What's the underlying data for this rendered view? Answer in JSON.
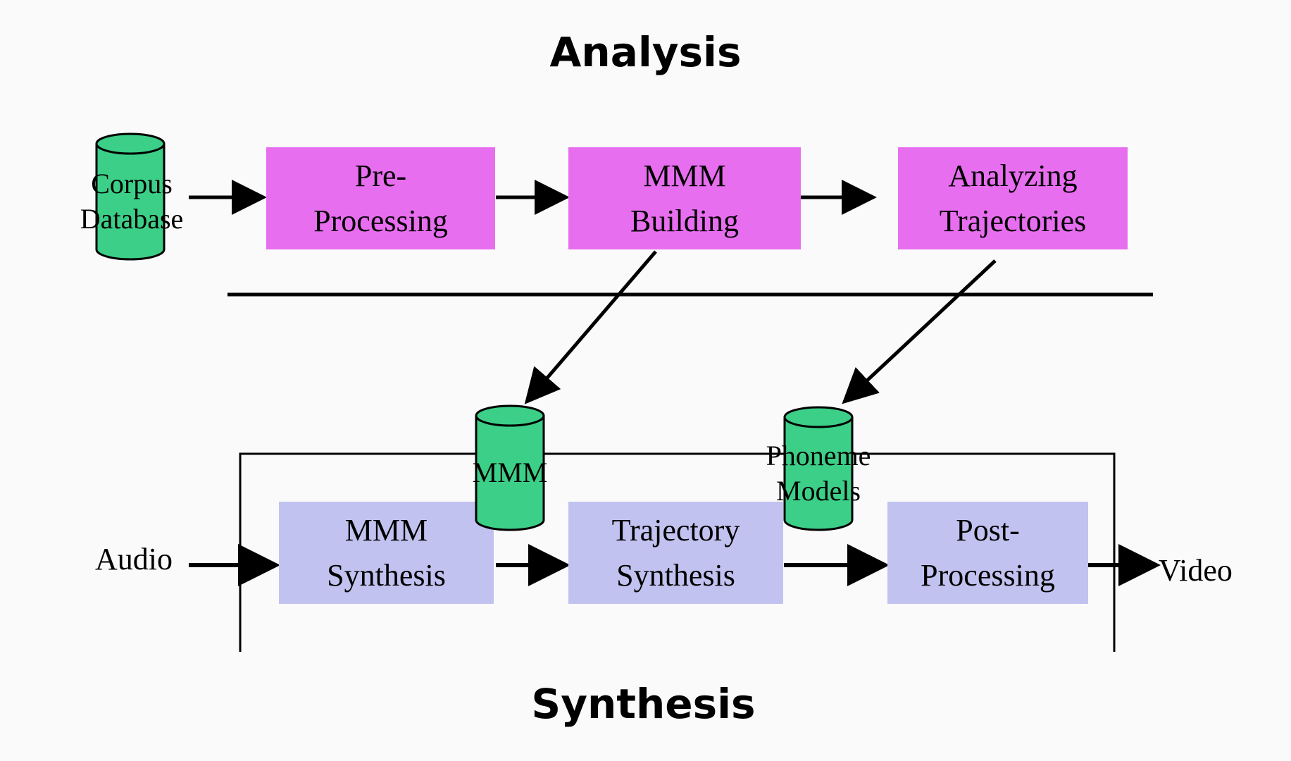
{
  "diagram": {
    "analysis_title": "Analysis",
    "synthesis_title": "Synthesis",
    "analysis_boxes": [
      {
        "id": "preprocessing",
        "label": "Pre-\nProcessing"
      },
      {
        "id": "mmm-building",
        "label": "MMM\nBuilding"
      },
      {
        "id": "analyzing-trajectories",
        "label": "Analyzing\nTrajectories"
      }
    ],
    "synthesis_boxes": [
      {
        "id": "mmm-synthesis",
        "label": "MMM\nSynthesis"
      },
      {
        "id": "trajectory-synthesis",
        "label": "Trajectory\nSynthesis"
      },
      {
        "id": "post-processing",
        "label": "Post-\nProcessing"
      }
    ],
    "databases": [
      {
        "id": "corpus-database",
        "label": "Corpus\nDatabase"
      },
      {
        "id": "mmm-database",
        "label": "MMM"
      },
      {
        "id": "phoneme-models",
        "label": "Phoneme\nModels"
      }
    ],
    "input_label": "Audio",
    "output_label": "Video",
    "colors": {
      "analysis_box": "#e86ef0",
      "synthesis_box": "#c2c2f0",
      "database": "#3ccf88",
      "line": "#000000"
    }
  }
}
